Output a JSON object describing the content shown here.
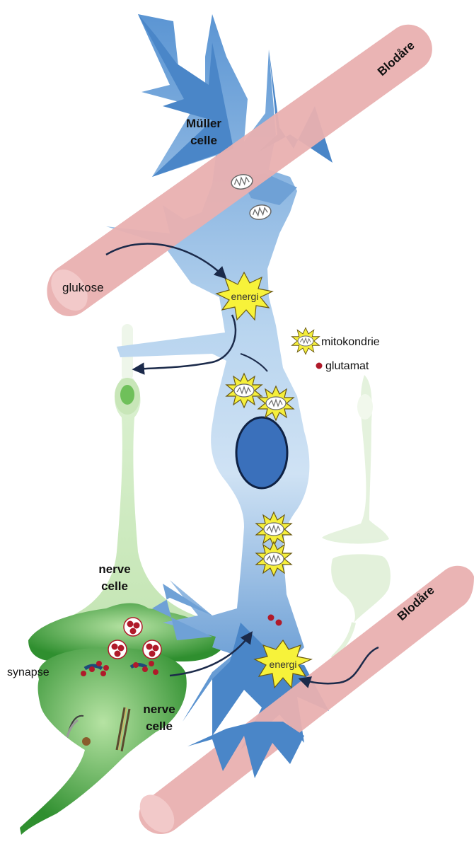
{
  "labels": {
    "blood_vessel_top": "Blodåre",
    "blood_vessel_bottom": "Blodåre",
    "muller_cell_line1": "Müller",
    "muller_cell_line2": "celle",
    "glucose": "glukose",
    "energy_top": "energi",
    "energy_bottom": "energi",
    "nerve_cell_upper_line1": "nerve",
    "nerve_cell_upper_line2": "celle",
    "nerve_cell_lower_line1": "nerve",
    "nerve_cell_lower_line2": "celle",
    "synapse": "synapse"
  },
  "legend": {
    "mitochondria": "mitokondrie",
    "glutamate": "glutamat"
  },
  "colors": {
    "blood_vessel": "#e9b0b0",
    "muller_dark": "#4a86c8",
    "muller_light": "#b8d4ee",
    "nucleus": "#3a70bb",
    "nerve_green": "#5bb04a",
    "nerve_light": "#d9edcf",
    "energy_star": "#f7f23a",
    "glutamate": "#b01a2a"
  }
}
